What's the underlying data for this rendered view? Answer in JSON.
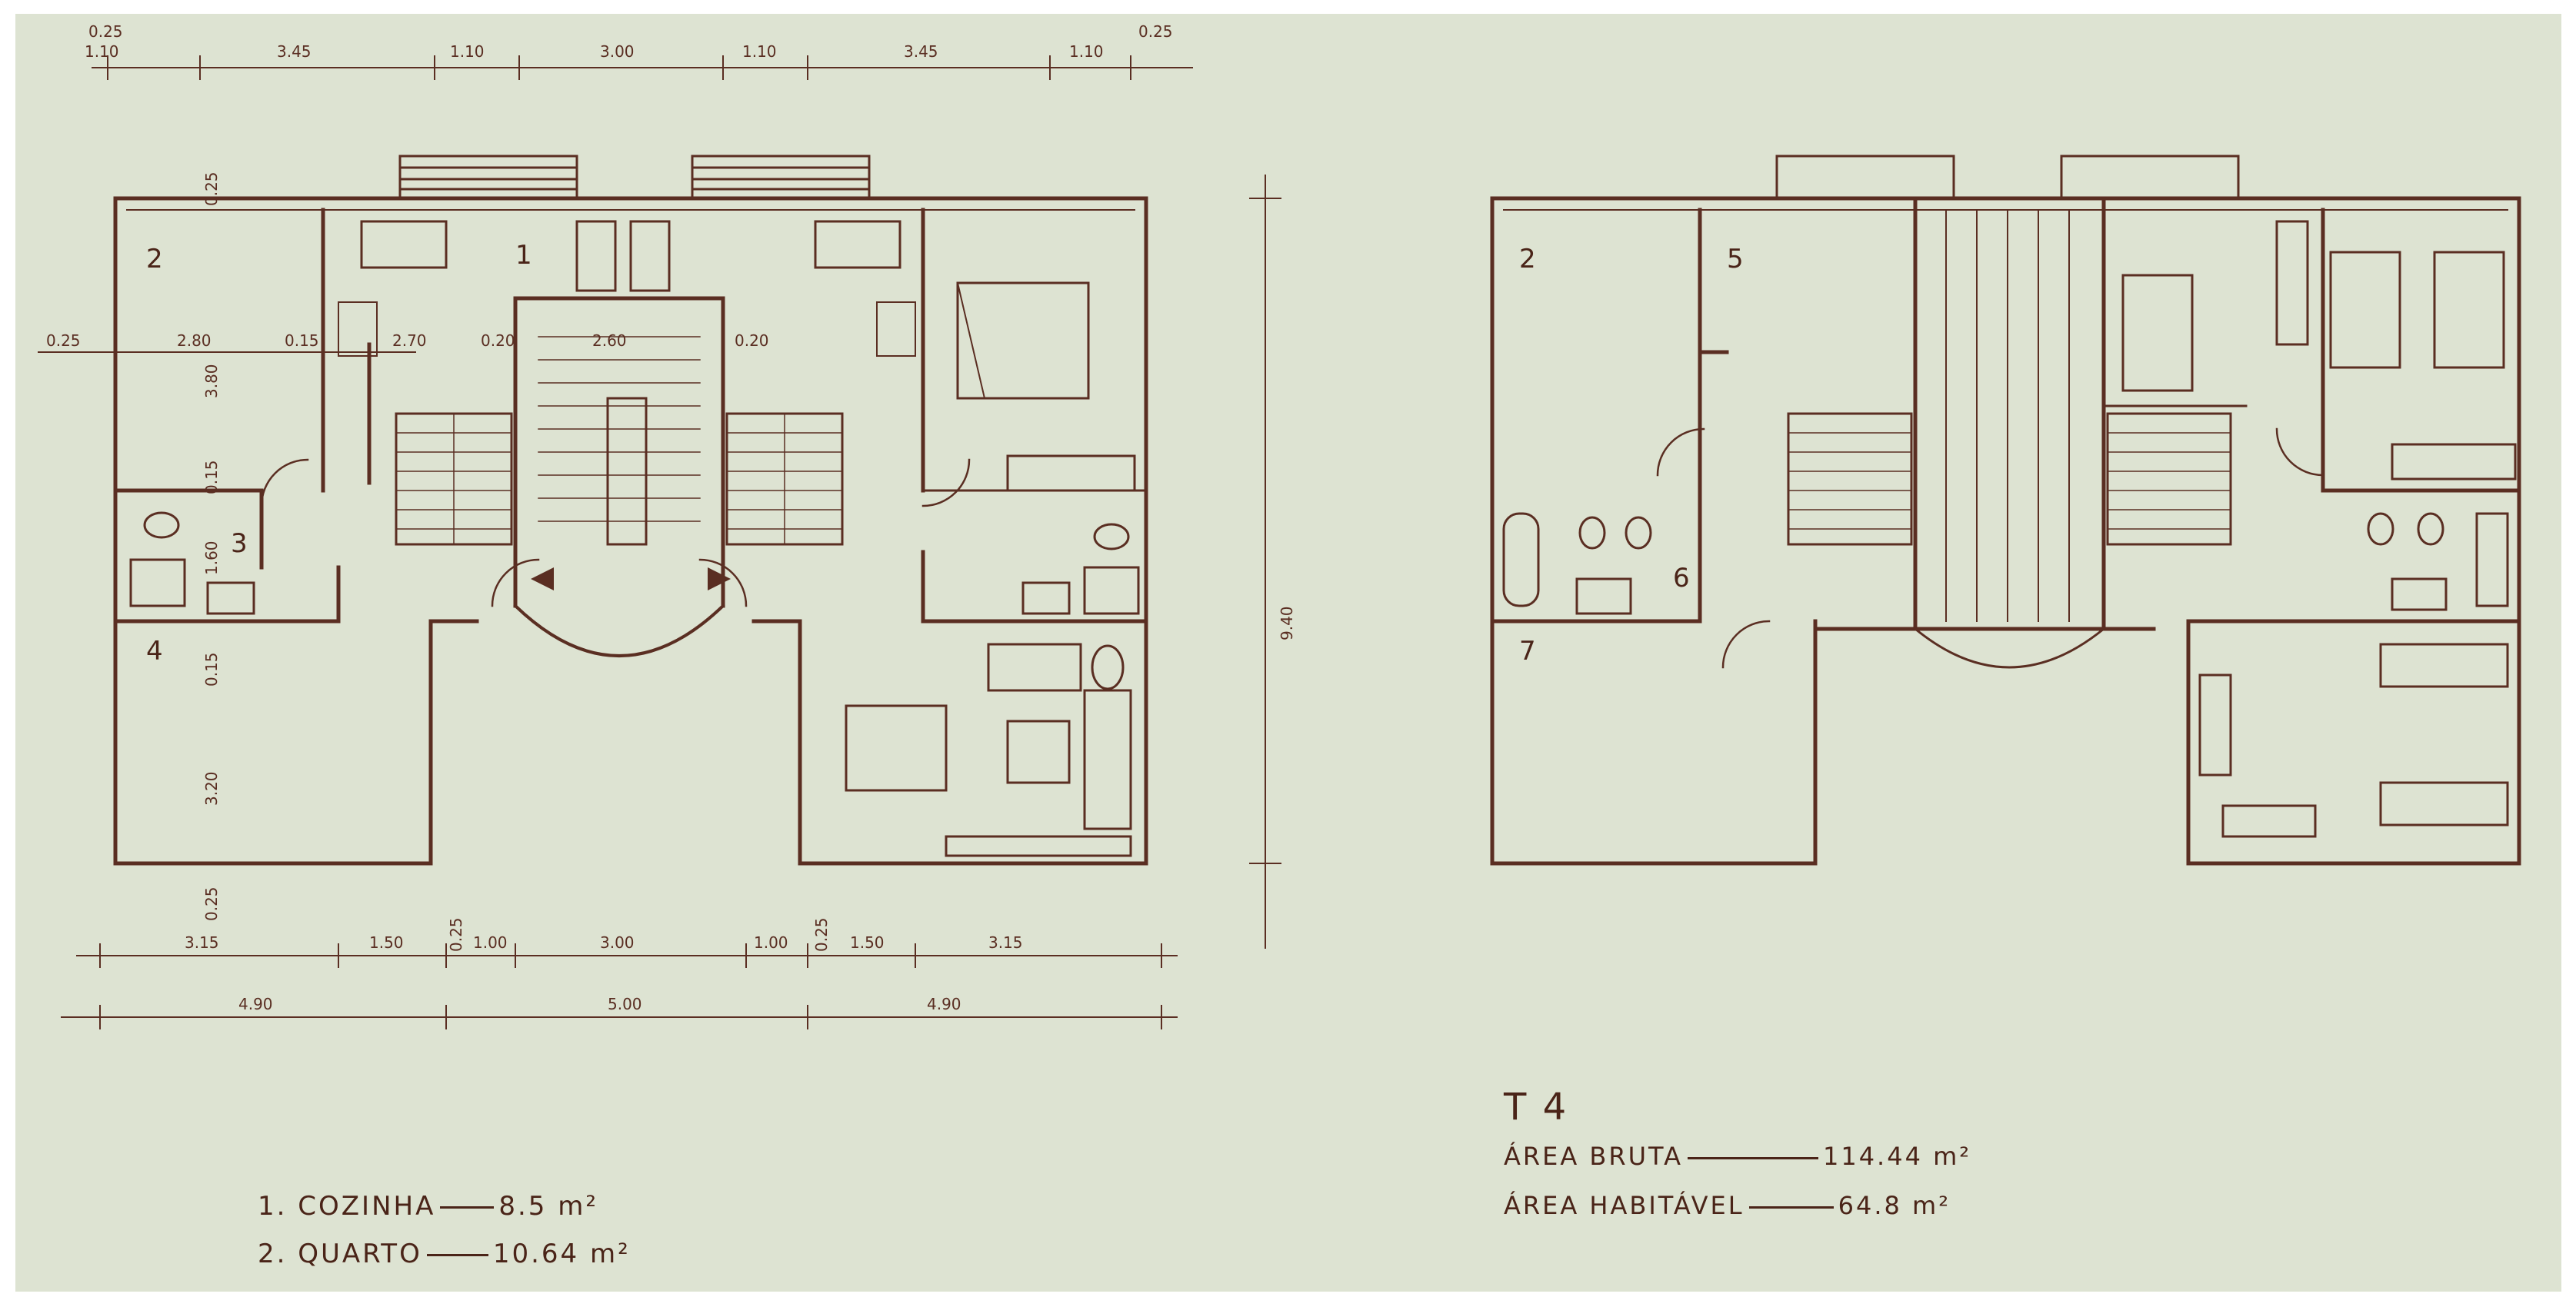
{
  "plan": {
    "top_dimensions": [
      "0.25",
      "1.10",
      "3.45",
      "1.10",
      "3.00",
      "1.10",
      "3.45",
      "1.10",
      "0.25"
    ],
    "bottom_row1": [
      "3.15",
      "1.50",
      "0.25",
      "1.00",
      "3.00",
      "1.00",
      "0.25",
      "1.50",
      "3.15"
    ],
    "bottom_row2": [
      "4.90",
      "5.00",
      "4.90"
    ],
    "height_dimension": "9.40",
    "left_vertical": [
      "0.25",
      "3.80",
      "0.15",
      "1.60",
      "0.15",
      "3.20",
      "0.25"
    ],
    "inner_row": [
      "0.25",
      "2.80",
      "0.15",
      "2.70",
      "0.20",
      "2.60",
      "0.20"
    ],
    "ground_rooms": [
      "1",
      "2",
      "3",
      "4"
    ],
    "upper_rooms": [
      "2",
      "5",
      "6",
      "7"
    ]
  },
  "legend_left": {
    "item1_label": "1. COZINHA",
    "item1_value": "8.5 m²",
    "item2_label": "2. QUARTO",
    "item2_value": "10.64 m²"
  },
  "legend_right": {
    "type": "T 4",
    "gross_label": "ÁREA BRUTA",
    "gross_value": "114.44 m²",
    "living_label": "ÁREA HABITÁVEL",
    "living_value": "64.8  m²"
  },
  "colors": {
    "ink": "#5a2e22",
    "paper": "#dde3d2"
  }
}
